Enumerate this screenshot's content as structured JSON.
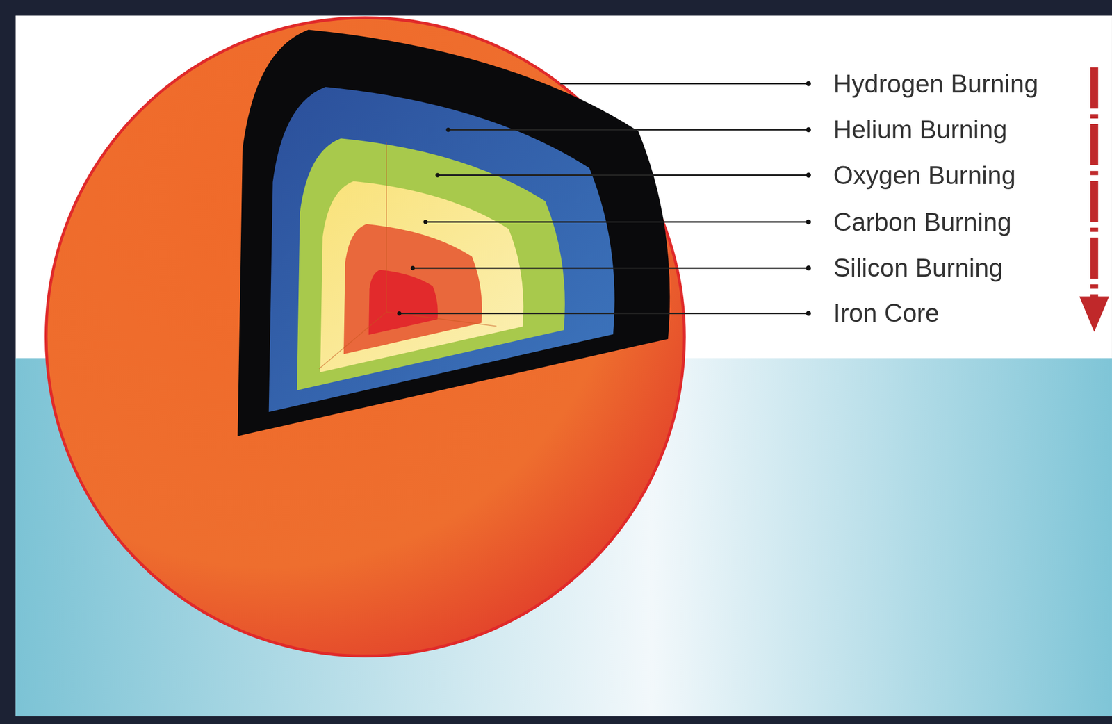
{
  "diagram": {
    "labels": [
      "Hydrogen Burning",
      "Helium Burning",
      "Oxygen Burning",
      "Carbon Burning",
      "Silicon Burning",
      "Iron Core"
    ]
  }
}
